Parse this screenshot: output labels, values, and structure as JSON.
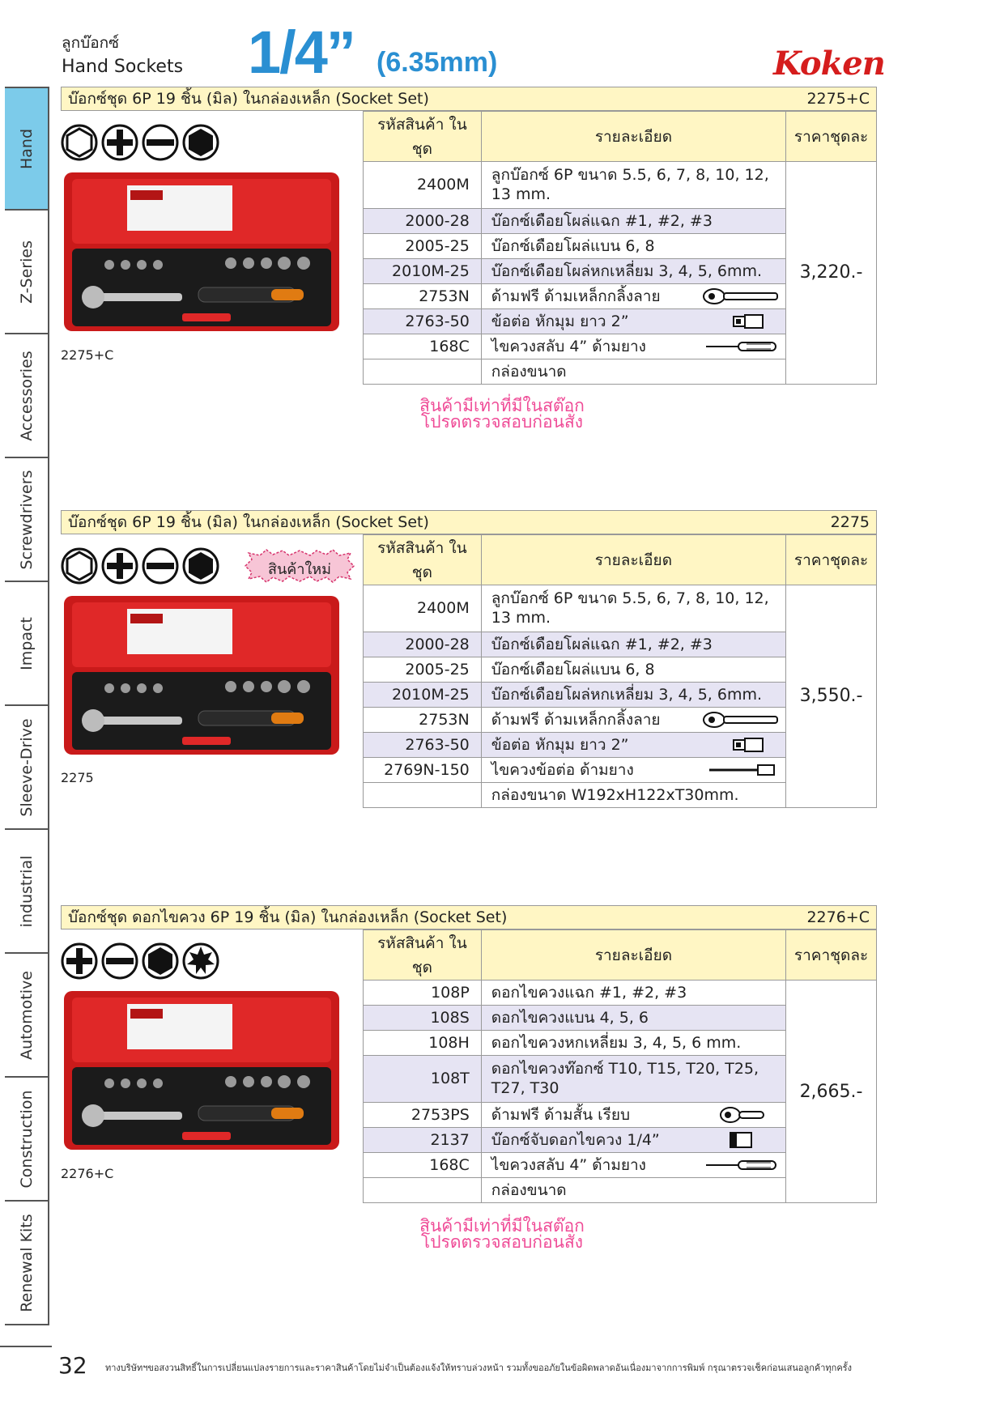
{
  "header": {
    "category_th": "ลูกบ๊อกซ์",
    "category_en": "Hand Sockets",
    "size": "1/4”",
    "size_mm": "(6.35mm)",
    "brand": "Koken"
  },
  "sidebar": {
    "tabs": [
      {
        "label": "Hand",
        "active": true
      },
      {
        "label": "Z-Series",
        "active": false
      },
      {
        "label": "Accessories",
        "active": false
      },
      {
        "label": "Screwdrivers",
        "active": false
      },
      {
        "label": "Impact",
        "active": false
      },
      {
        "label": "Sleeve-Drive",
        "active": false
      },
      {
        "label": "industrial",
        "active": false
      },
      {
        "label": "Automotive",
        "active": false
      },
      {
        "label": "Construction",
        "active": false
      },
      {
        "label": "Renewal Kits",
        "active": false
      }
    ]
  },
  "table_headers": {
    "code": "รหัสสินค้า ในชุด",
    "desc": "รายละเอียด",
    "price": "ราคาชุดละ"
  },
  "sections": [
    {
      "title": "บ๊อกซ์ชุด 6P 19 ชิ้น (มิล) ในกล่องเหล็ก (Socket Set)",
      "model": "2275+C",
      "photo_label": "2275+C",
      "price": "3,220.-",
      "rows": [
        {
          "code": "2400M",
          "desc": "ลูกบ๊อกซ์ 6P ขนาด 5.5, 6, 7, 8, 10, 12, 13 mm."
        },
        {
          "code": "2000-28",
          "desc": "บ๊อกซ์เดือยโผล่แฉก #1, #2, #3"
        },
        {
          "code": "2005-25",
          "desc": "บ๊อกซ์เดือยโผล่แบน 6, 8"
        },
        {
          "code": "2010M-25",
          "desc": "บ๊อกซ์เดือยโผล่หกเหลี่ยม 3, 4, 5, 6mm."
        },
        {
          "code": "2753N",
          "desc": "ด้ามฟรี ด้ามเหล็กกลิ้งลาย"
        },
        {
          "code": "2763-50",
          "desc": "ข้อต่อ หักมุม ยาว 2”"
        },
        {
          "code": "168C",
          "desc": "ไขควงสลับ 4” ด้ามยาง"
        },
        {
          "code": "",
          "desc": "กล่องขนาด"
        }
      ]
    },
    {
      "title": "บ๊อกซ์ชุด 6P 19 ชิ้น (มิล) ในกล่องเหล็ก (Socket Set)",
      "model": "2275",
      "photo_label": "2275",
      "badge": "สินค้าใหม่",
      "price": "3,550.-",
      "rows": [
        {
          "code": "2400M",
          "desc": "ลูกบ๊อกซ์ 6P ขนาด 5.5, 6, 7, 8, 10, 12, 13 mm."
        },
        {
          "code": "2000-28",
          "desc": "บ๊อกซ์เดือยโผล่แฉก #1, #2, #3"
        },
        {
          "code": "2005-25",
          "desc": "บ๊อกซ์เดือยโผล่แบน 6, 8"
        },
        {
          "code": "2010M-25",
          "desc": "บ๊อกซ์เดือยโผล่หกเหลี่ยม 3, 4, 5, 6mm."
        },
        {
          "code": "2753N",
          "desc": "ด้ามฟรี ด้ามเหล็กกลิ้งลาย"
        },
        {
          "code": "2763-50",
          "desc": "ข้อต่อ หักมุม ยาว 2”"
        },
        {
          "code": "2769N-150",
          "desc": "ไขควงข้อต่อ ด้ามยาง"
        },
        {
          "code": "",
          "desc": "กล่องขนาด W192xH122xT30mm."
        }
      ]
    },
    {
      "title": "บ๊อกซ์ชุด ดอกไขควง 6P 19 ชิ้น (มิล) ในกล่องเหล็ก (Socket Set)",
      "model": "2276+C",
      "photo_label": "2276+C",
      "price": "2,665.-",
      "rows": [
        {
          "code": "108P",
          "desc": "ดอกไขควงแฉก #1, #2, #3"
        },
        {
          "code": "108S",
          "desc": "ดอกไขควงแบน 4, 5, 6"
        },
        {
          "code": "108H",
          "desc": "ดอกไขควงหกเหลี่ยม 3, 4, 5, 6 mm."
        },
        {
          "code": "108T",
          "desc": "ดอกไขควงท๊อกซ์ T10, T15, T20, T25, T27, T30"
        },
        {
          "code": "2753PS",
          "desc": "ด้ามฟรี ด้ามสั้น เรียบ"
        },
        {
          "code": "2137",
          "desc": "บ๊อกซ์จับดอกไขควง 1/4”"
        },
        {
          "code": "168C",
          "desc": "ไขควงสลับ 4” ด้ามยาง"
        },
        {
          "code": "",
          "desc": "กล่องขนาด"
        }
      ]
    }
  ],
  "stock_note": {
    "line1": "สินค้ามีเท่าที่มีในสต๊อก",
    "line2": "โปรดตรวจสอบก่อนสั่ง"
  },
  "footer": {
    "page": "32",
    "disclaimer": "ทางบริษัทฯขอสงวนสิทธิ์ในการเปลี่ยนแปลงรายการและราคาสินค้าโดยไม่จำเป็นต้องแจ้งให้ทราบล่วงหน้า รวมทั้งขออภัยในข้อผิดพลาดอันเนื่องมาจากการพิมพ์ กรุณาตรวจเช็คก่อนเสนอลูกค้าทุกครั้ง"
  },
  "colors": {
    "accent_blue": "#2a8fd2",
    "brand_red": "#d51d1d",
    "header_yellow": "#fff6c4",
    "row_lavender": "#e6e4f3",
    "note_pink": "#ef4c97",
    "active_tab": "#7ccbea"
  }
}
